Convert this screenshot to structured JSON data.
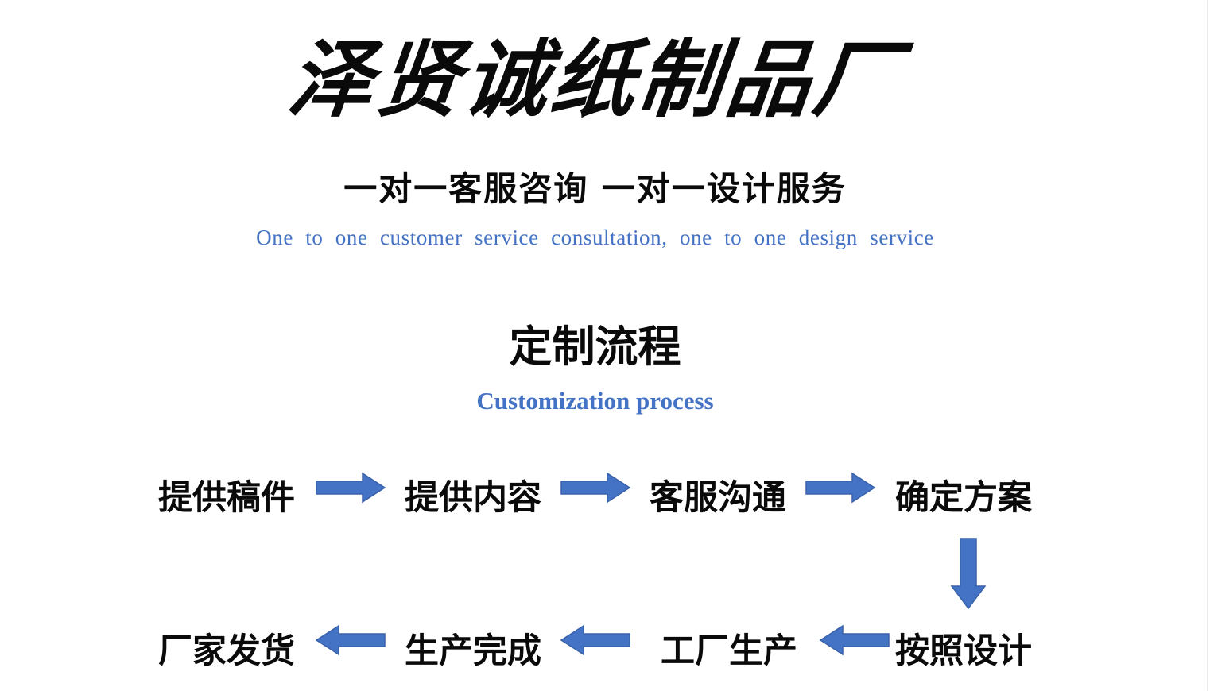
{
  "brand": {
    "title": "泽贤诚纸制品厂"
  },
  "service": {
    "chinese": "一对一客服咨询 一对一设计服务",
    "english": "One to one customer service consultation, one to one design service"
  },
  "process": {
    "title": "定制流程",
    "subtitle": "Customization process",
    "steps": [
      "提供稿件",
      "提供内容",
      "客服沟通",
      "确定方案",
      "按照设计",
      "工厂生产",
      "生产完成",
      "厂家发货"
    ]
  },
  "colors": {
    "accent": "#4472c4",
    "text": "#0a0a0a"
  }
}
